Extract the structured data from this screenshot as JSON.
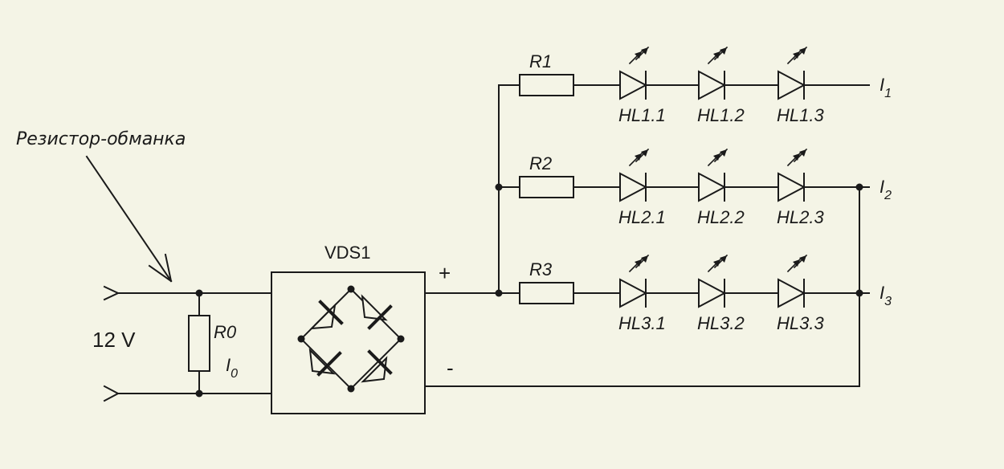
{
  "annotation": {
    "text": "Резистор-обманка"
  },
  "input": {
    "voltage": "12 V"
  },
  "r0": {
    "name": "R0",
    "current_symbol": "I",
    "current_sub": "0"
  },
  "bridge": {
    "name": "VDS1",
    "plus": "+",
    "minus": "-"
  },
  "branches": [
    {
      "resistor": "R1",
      "leds": [
        "HL1.1",
        "HL1.2",
        "HL1.3"
      ],
      "current_symbol": "I",
      "current_sub": "1"
    },
    {
      "resistor": "R2",
      "leds": [
        "HL2.1",
        "HL2.2",
        "HL2.3"
      ],
      "current_symbol": "I",
      "current_sub": "2"
    },
    {
      "resistor": "R3",
      "leds": [
        "HL3.1",
        "HL3.2",
        "HL3.3"
      ],
      "current_symbol": "I",
      "current_sub": "3"
    }
  ]
}
